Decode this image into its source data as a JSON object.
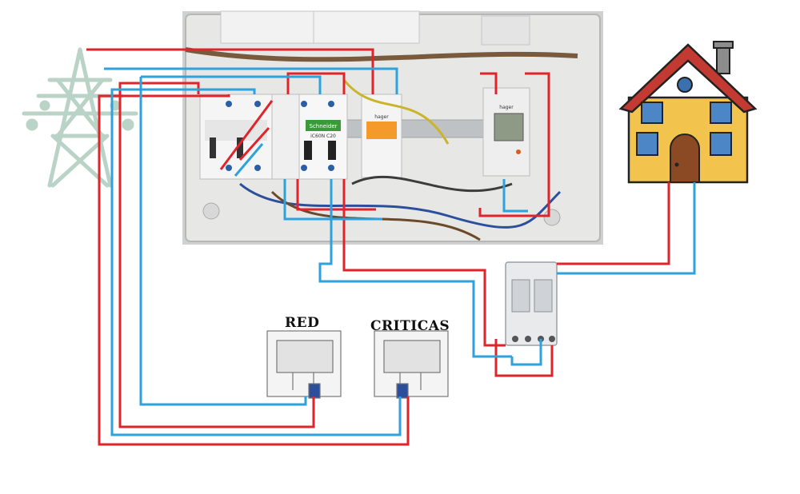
{
  "labels": {
    "red": "RED",
    "criticas": "CRITICAS"
  },
  "devices": {
    "breaker_brand": "Schneider",
    "breaker_model": "iC60N C20",
    "transfer_brand": "hager",
    "meter_brand": "hager"
  },
  "colors": {
    "phase_wire": "#e0242a",
    "neutral_wire": "#2ea2dc",
    "house_wall": "#f2c44e",
    "house_roof": "#c23a32",
    "pylon": "#b9d3c6",
    "panel": "#dcdcdc"
  }
}
